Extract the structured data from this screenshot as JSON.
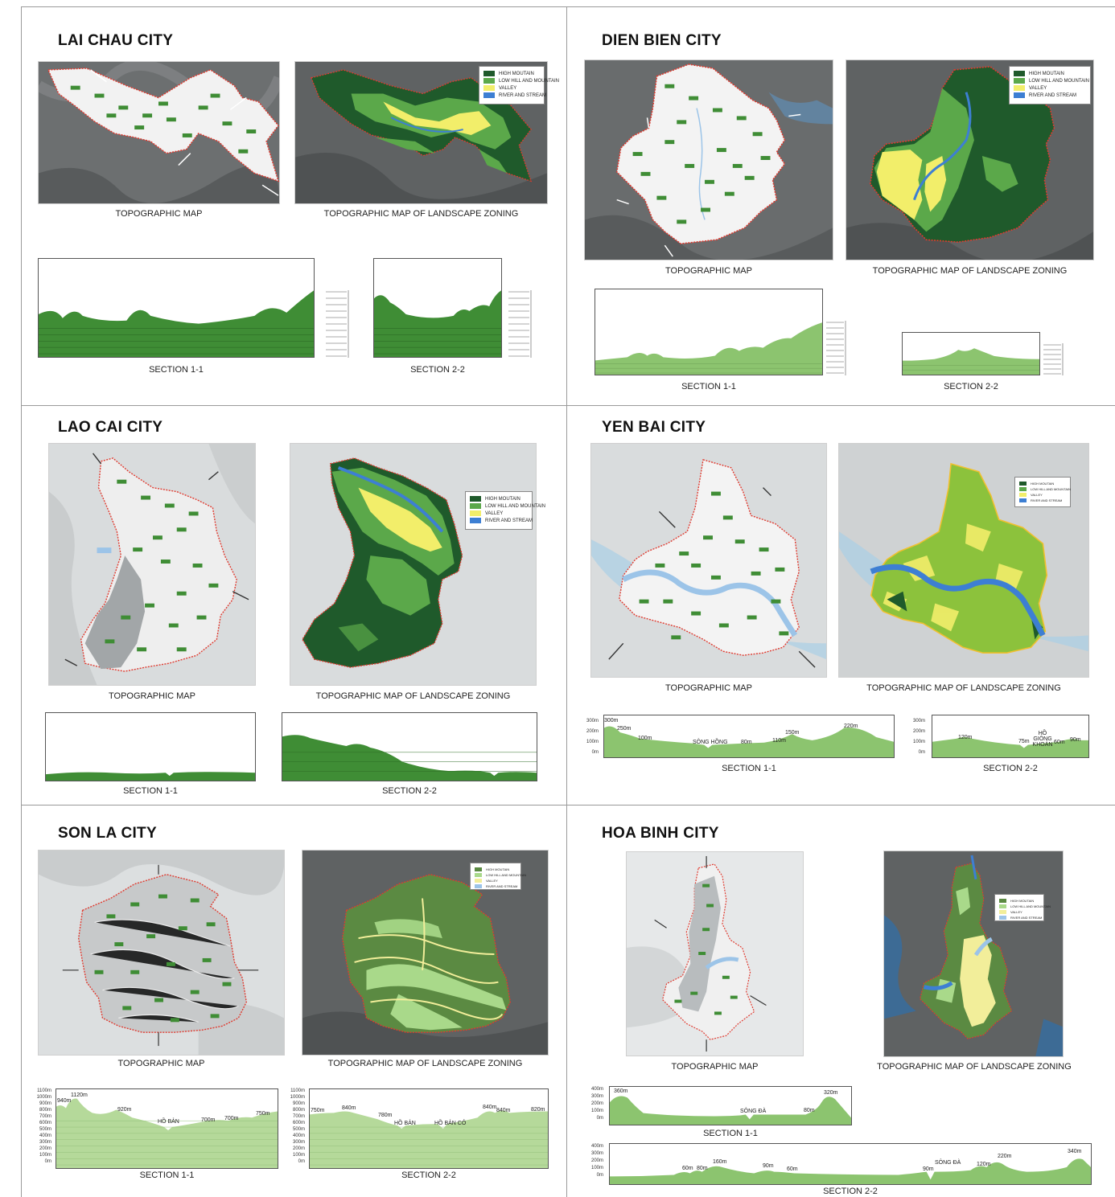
{
  "legend_colors": {
    "high_mountain": "#1f5a2b",
    "low_hill_and_mountain": "#5ba84a",
    "valley": "#f2ee6a",
    "river_and_stream": "#3d7fd3",
    "section_fill": "#3f8d35",
    "boundary": "#e03a2f"
  },
  "legend_labels": {
    "high_mountain": "HIGH MOUTAIN",
    "low_hill_and_mountain": "LOW HILL AND MOUNTAIN",
    "valley": "VALLEY",
    "river_and_stream": "RIVER AND STREAM"
  },
  "captions": {
    "topographic_map": "TOPOGRAPHIC MAP",
    "landscape_zoning": "TOPOGRAPHIC MAP OF LANDSCAPE ZONING",
    "section_1": "SECTION 1-1",
    "section_2": "SECTION 2-2"
  },
  "cities": {
    "lai_chau": {
      "name": "LAI CHAU CITY"
    },
    "dien_bien": {
      "name": "DIEN BIEN CITY"
    },
    "lao_cai": {
      "name": "LAO CAI CITY"
    },
    "yen_bai": {
      "name": "YEN BAI CITY",
      "section_1_scale": [
        "300m",
        "200m",
        "100m",
        "0m"
      ],
      "section_1_labels": [
        "300m",
        "250m",
        "100m",
        "SÔNG HỒNG",
        "80m",
        "110m",
        "150m",
        "220m"
      ],
      "section_2_scale": [
        "300m",
        "200m",
        "100m",
        "0m"
      ],
      "section_2_labels": [
        "120m",
        "75m",
        "HỒ GIÔNG KHOÁN",
        "60m",
        "90m"
      ]
    },
    "son_la": {
      "name": "SON LA CITY",
      "section_1_scale": [
        "1100m",
        "1000m",
        "900m",
        "800m",
        "700m",
        "600m",
        "500m",
        "400m",
        "300m",
        "200m",
        "100m",
        "0m"
      ],
      "section_1_labels": [
        "940m",
        "1120m",
        "920m",
        "HỒ BẢN",
        "700m",
        "700m",
        "750m"
      ],
      "section_2_scale": [
        "1100m",
        "1000m",
        "900m",
        "800m",
        "700m",
        "600m",
        "500m",
        "400m",
        "300m",
        "200m",
        "100m",
        "0m"
      ],
      "section_2_labels": [
        "750m",
        "840m",
        "780m",
        "HỒ BẢN",
        "HỒ BẢN CỎ",
        "840m",
        "840m",
        "820m"
      ]
    },
    "hoa_binh": {
      "name": "HOA BINH CITY",
      "section_1_scale": [
        "400m",
        "300m",
        "200m",
        "100m",
        "0m"
      ],
      "section_1_labels": [
        "360m",
        "SÔNG ĐÀ",
        "80m",
        "320m"
      ],
      "section_2_scale": [
        "400m",
        "300m",
        "200m",
        "100m",
        "0m"
      ],
      "section_2_labels": [
        "60m",
        "80m",
        "160m",
        "90m",
        "60m",
        "90m",
        "SÔNG ĐÀ",
        "120m",
        "220m",
        "340m"
      ]
    }
  }
}
